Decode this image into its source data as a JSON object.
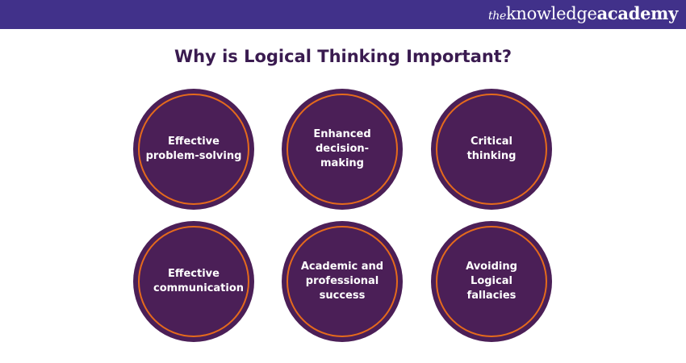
{
  "brand": {
    "prefix": "the",
    "name": "knowledge",
    "suffix": "academy"
  },
  "title": "Why is Logical Thinking Important?",
  "items": [
    "Effective problem-solving",
    "Enhanced decision-making",
    "Critical thinking",
    "Effective communication",
    "Academic and professional success",
    "Avoiding Logical fallacies"
  ],
  "colors": {
    "header": "#41318a",
    "circle": "#4b1f57",
    "ring": "#e56a1c",
    "title": "#3a1b50"
  }
}
